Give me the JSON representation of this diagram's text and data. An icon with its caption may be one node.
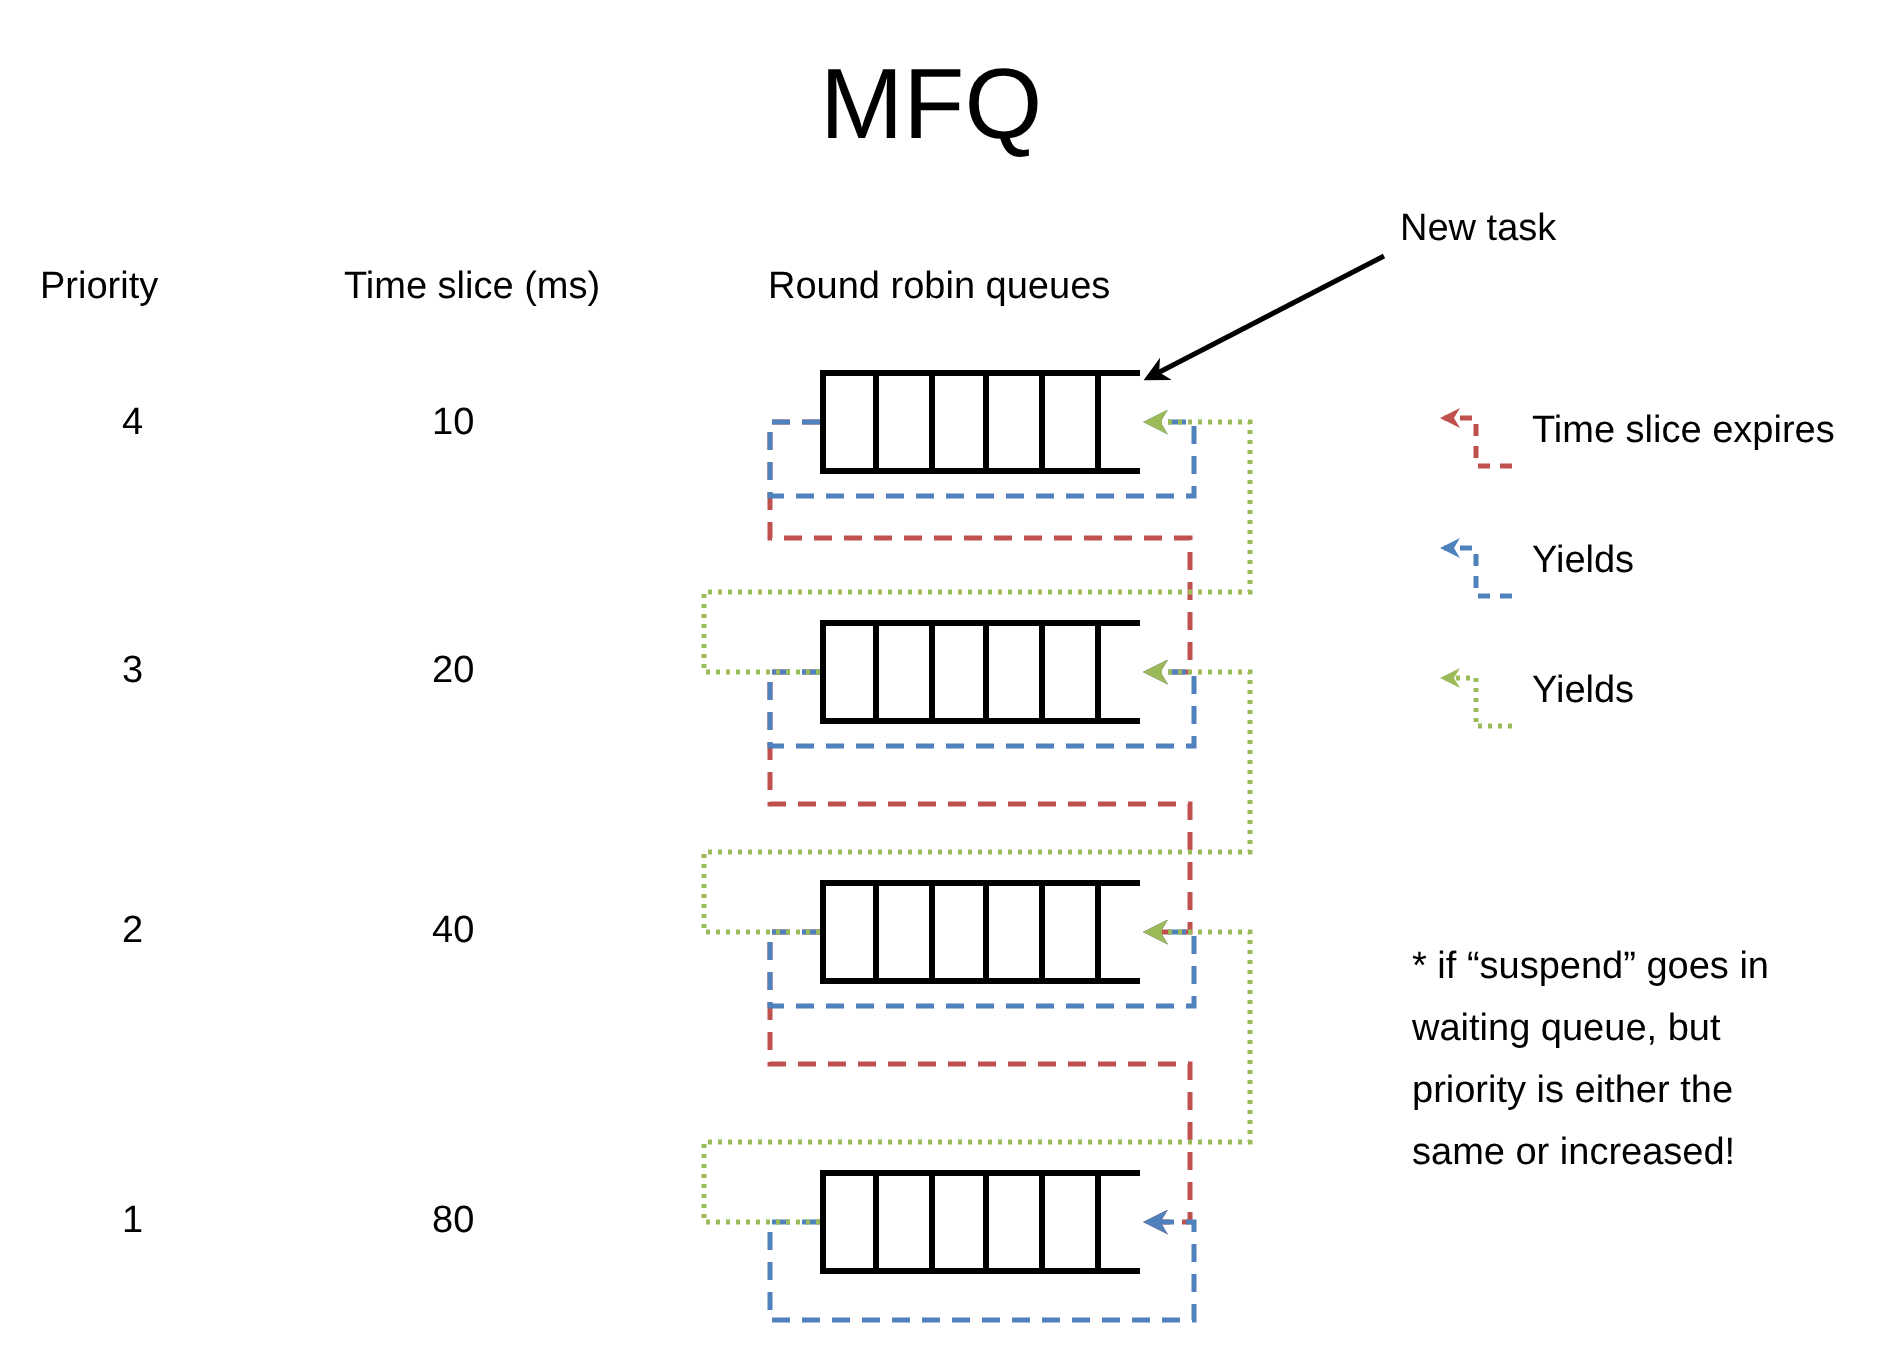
{
  "diagram": {
    "title": "MFQ",
    "nodes": [
      {
        "text": [],
        "shape": "box"
      },
      {
        "text": [],
        "shape": "box"
      },
      {
        "text": [],
        "shape": "box"
      },
      {
        "text": [],
        "shape": "box"
      },
      {
        "text": [
          "New task"
        ]
      }
    ],
    "edges": [
      {
        "from": 4,
        "to": 0,
        "arrow": "to",
        "color": "#000000"
      },
      {
        "from": 0,
        "to": 1,
        "arrow": "to",
        "style": "dashed",
        "color": "#c0504d"
      },
      {
        "from": 1,
        "to": 2,
        "arrow": "to",
        "style": "dashed",
        "color": "#c0504d"
      },
      {
        "from": 2,
        "to": 3,
        "arrow": "to",
        "style": "dashed",
        "color": "#c0504d"
      },
      {
        "from": 0,
        "to": 0,
        "arrow": "to",
        "style": "dashed",
        "color": "#4f81bd"
      },
      {
        "from": 1,
        "to": 1,
        "arrow": "to",
        "style": "dashed",
        "color": "#4f81bd"
      },
      {
        "from": 2,
        "to": 2,
        "arrow": "to",
        "style": "dashed",
        "color": "#4f81bd"
      },
      {
        "from": 3,
        "to": 3,
        "arrow": "to",
        "style": "dashed",
        "color": "#4f81bd"
      },
      {
        "from": 1,
        "to": 0,
        "arrow": "to",
        "style": "dashed",
        "color": "#9bbb59"
      },
      {
        "from": 2,
        "to": 1,
        "arrow": "to",
        "style": "dashed",
        "color": "#9bbb59"
      },
      {
        "from": 3,
        "to": 2,
        "arrow": "to",
        "style": "dashed",
        "color": "#9bbb59"
      }
    ],
    "labels": [
      "Priority",
      "Time slice (ms)",
      "Round robin queues",
      "4",
      "10",
      "3",
      "20",
      "2",
      "40",
      "1",
      "80",
      "* if “suspend” goes in waiting queue, but priority is either the same or increased!"
    ],
    "legend": [
      {
        "text": "Time slice expires"
      },
      {
        "text": "Yields"
      },
      {
        "text": "Yields"
      }
    ]
  }
}
